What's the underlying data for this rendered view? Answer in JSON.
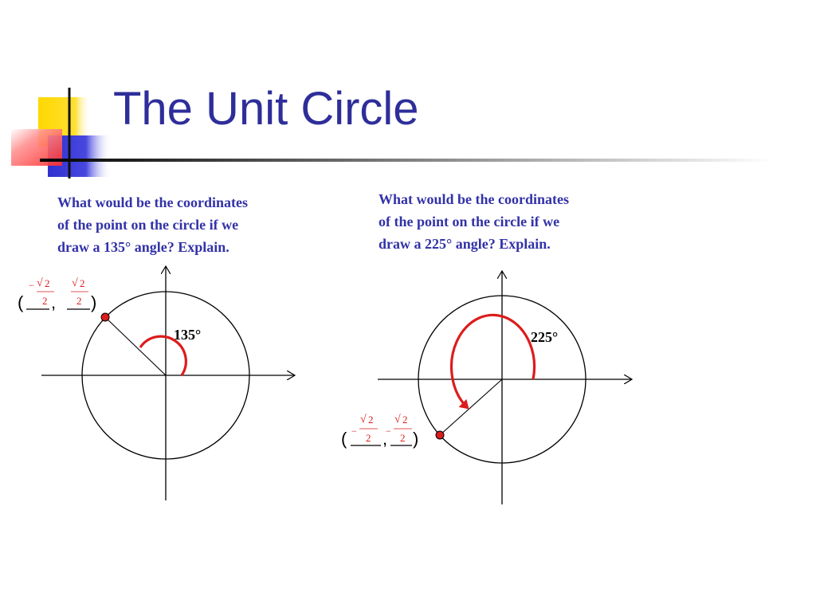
{
  "slide": {
    "title": "The Unit Circle",
    "accent_colors": {
      "title": "#2e2e9a",
      "question": "#3232a8",
      "arc": "#dd1c1c",
      "yellow_square": "#ffd800",
      "blue_square": "#3a3ad8",
      "red_square": "#ff4a4a"
    }
  },
  "questions": [
    {
      "lines": [
        "What would be the coordinates",
        "of the point on the circle if we",
        "draw a 135° angle?  Explain."
      ]
    },
    {
      "lines": [
        "What would be the coordinates",
        "of the point on the circle if we",
        "draw a 225° angle?  Explain."
      ]
    }
  ],
  "diagrams": [
    {
      "angle_label": "135°",
      "open_paren": "(",
      "close_paren": ")",
      "comma": ",",
      "x_sign": "−",
      "y_sign": "",
      "radical": "√",
      "numerator": "2",
      "denominator": "2"
    },
    {
      "angle_label": "225°",
      "open_paren": "(",
      "close_paren": ")",
      "comma": ",",
      "x_sign": "−",
      "y_sign": "−",
      "radical": "√",
      "numerator": "2",
      "denominator": "2"
    }
  ]
}
